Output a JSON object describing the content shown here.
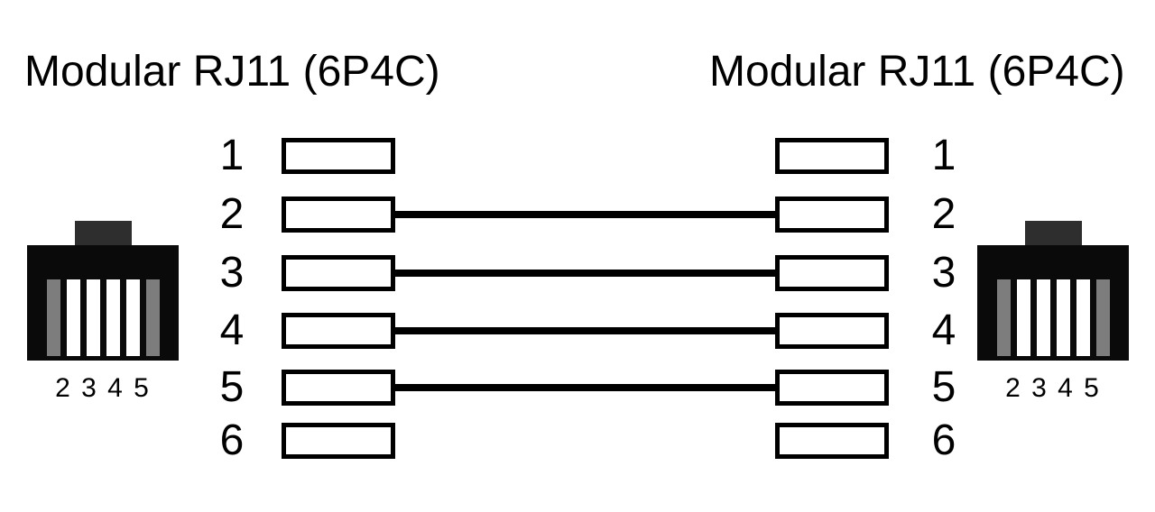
{
  "left": {
    "title": "Modular RJ11 (6P4C)",
    "active_pins_label": "2 3 4 5"
  },
  "right": {
    "title": "Modular RJ11 (6P4C)",
    "active_pins_label": "2 3 4 5"
  },
  "pins": [
    "1",
    "2",
    "3",
    "4",
    "5",
    "6"
  ],
  "connections": [
    {
      "from": "2",
      "to": "2"
    },
    {
      "from": "3",
      "to": "3"
    },
    {
      "from": "4",
      "to": "4"
    },
    {
      "from": "5",
      "to": "5"
    }
  ],
  "colors": {
    "ink": "#000000",
    "background": "#ffffff",
    "connector_body": "#0a0a0a",
    "connector_tab": "#2e2e2e",
    "unused_slot": "#7d7d7d",
    "active_slot": "#ffffff"
  }
}
